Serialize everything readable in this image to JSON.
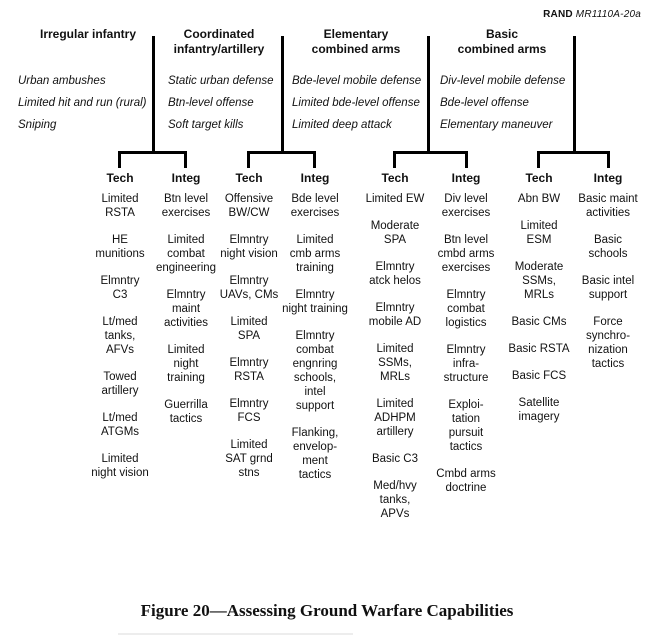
{
  "doc_tag": {
    "brand": "RAND",
    "number": "MR1110A-20a"
  },
  "caption": "Figure 20—Assessing Ground Warfare Capabilities",
  "groups": [
    {
      "title": "Irregular infantry",
      "capabilities": [
        "Urban ambushes",
        "Limited hit and run (rural)",
        "Sniping"
      ],
      "tech_label": "Tech",
      "integ_label": "Integ",
      "tech": [
        "Limited\nRSTA",
        "HE\nmunitions",
        "Elmntry\nC3",
        "Lt/med\ntanks,\nAFVs",
        "Towed\nartillery",
        "Lt/med\nATGMs",
        "Limited\nnight vision"
      ],
      "integ": [
        "Btn level\nexercises",
        "Limited\ncombat\nengineering",
        "Elmntry\nmaint\nactivities",
        "Limited\nnight\ntraining",
        "Guerrilla\ntactics"
      ]
    },
    {
      "title": "Coordinated\ninfantry/artillery",
      "capabilities": [
        "Static urban defense",
        "Btn-level offense",
        "Soft target kills"
      ],
      "tech_label": "Tech",
      "integ_label": "Integ",
      "tech": [
        "Offensive\nBW/CW",
        "Elmntry\nnight vision",
        "Elmntry\nUAVs, CMs",
        "Limited\nSPA",
        "Elmntry\nRSTA",
        "Elmntry\nFCS",
        "Limited\nSAT grnd\nstns"
      ],
      "integ": [
        "Bde level\nexercises",
        "Limited\ncmb arms\ntraining",
        "Elmntry\nnight training",
        "Elmntry\ncombat\nengnring\nschools,\nintel\nsupport",
        "Flanking,\nenvelop-\nment\ntactics"
      ]
    },
    {
      "title": "Elementary\ncombined arms",
      "capabilities": [
        "Bde-level mobile defense",
        "Limited bde-level offense",
        "Limited deep attack"
      ],
      "tech_label": "Tech",
      "integ_label": "Integ",
      "tech": [
        "Limited EW",
        "Moderate\nSPA",
        "Elmntry\natck helos",
        "Elmntry\nmobile AD",
        "Limited\nSSMs,\nMRLs",
        "Limited\nADHPM\nartillery",
        "Basic C3",
        "Med/hvy\ntanks,\nAPVs"
      ],
      "integ": [
        "Div level\nexercises",
        "Btn level\ncmbd arms\nexercises",
        "Elmntry\ncombat\nlogistics",
        "Elmntry\ninfra-\nstructure",
        "Exploi-\ntation\npursuit\ntactics",
        "Cmbd arms\ndoctrine"
      ]
    },
    {
      "title": "Basic\ncombined arms",
      "capabilities": [
        "Div-level mobile defense",
        "Bde-level offense",
        "Elementary maneuver"
      ],
      "tech_label": "Tech",
      "integ_label": "Integ",
      "tech": [
        "Abn BW",
        "Limited\nESM",
        "Moderate\nSSMs,\nMRLs",
        "Basic CMs",
        "Basic RSTA",
        "Basic FCS",
        "Satellite\nimagery"
      ],
      "integ": [
        "Basic maint\nactivities",
        "Basic\nschools",
        "Basic intel\nsupport",
        "Force\nsynchro-\nnization\ntactics"
      ]
    }
  ]
}
